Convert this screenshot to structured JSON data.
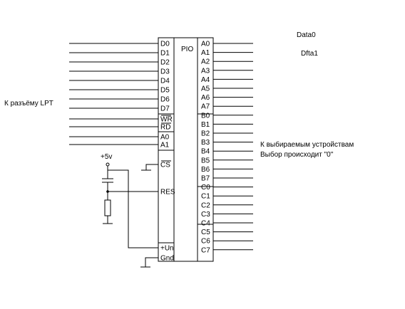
{
  "chip": {
    "name": "PIO",
    "left_pins": [
      {
        "label": "D0",
        "overbar": false
      },
      {
        "label": "D1",
        "overbar": false
      },
      {
        "label": "D2",
        "overbar": false
      },
      {
        "label": "D3",
        "overbar": false
      },
      {
        "label": "D4",
        "overbar": false
      },
      {
        "label": "D5",
        "overbar": false
      },
      {
        "label": "D6",
        "overbar": false
      },
      {
        "label": "D7",
        "overbar": false
      },
      {
        "label": "WR",
        "overbar": true
      },
      {
        "label": "RD",
        "overbar": true
      },
      {
        "label": "A0",
        "overbar": false
      },
      {
        "label": "A1",
        "overbar": false
      },
      {
        "label": "CS",
        "overbar": true
      },
      {
        "label": "RES",
        "overbar": false
      },
      {
        "label": "+Un",
        "overbar": false
      },
      {
        "label": "Gnd",
        "overbar": false
      }
    ],
    "right_pins": [
      "A0",
      "A1",
      "A2",
      "A3",
      "A4",
      "A5",
      "A6",
      "A7",
      "B0",
      "B1",
      "B2",
      "B3",
      "B4",
      "B5",
      "B6",
      "B7",
      "C0",
      "C1",
      "C2",
      "C3",
      "C4",
      "C5",
      "C6",
      "C7"
    ]
  },
  "labels": {
    "lpt": "К разъёму LPT",
    "data0": "Data0",
    "dfta1": "Dfta1",
    "devices": "К выбираемым устройствам",
    "select": "Выбор происходит \"0\"",
    "plus5v": "+5v"
  }
}
